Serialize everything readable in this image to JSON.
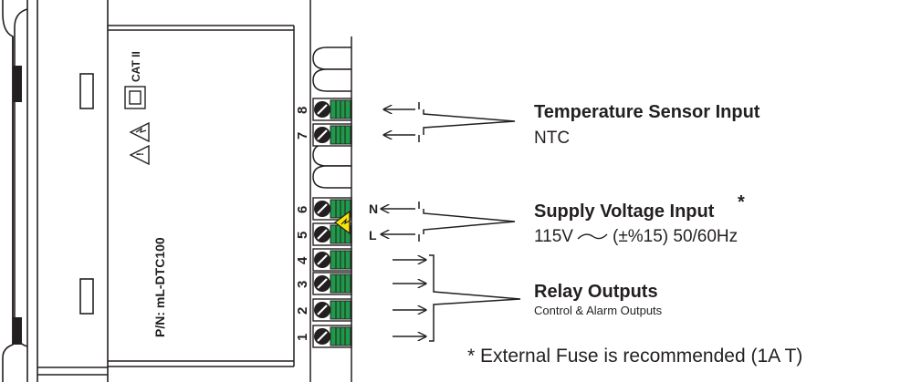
{
  "device": {
    "part_number": "P/N: mL-DTC100",
    "cat_rating": "CAT II"
  },
  "terminals": {
    "pin_numbers": [
      "1",
      "2",
      "3",
      "4",
      "5",
      "6",
      "7",
      "8"
    ],
    "neutral": "N",
    "line": "L"
  },
  "temperature_input": {
    "title": "Temperature Sensor Input",
    "subtitle": "NTC"
  },
  "supply_input": {
    "title": "Supply Voltage Input",
    "asterisk": "*",
    "voltage": "115V",
    "spec": "(±%15) 50/60Hz"
  },
  "relay_outputs": {
    "title": "Relay Outputs",
    "subtitle": "Control & Alarm Outputs"
  },
  "footnote": "* External Fuse is recommended (1A T)",
  "colors": {
    "terminal_green": "#1f9a4a",
    "warning_yellow": "#f5e50a",
    "line": "#231f20"
  }
}
